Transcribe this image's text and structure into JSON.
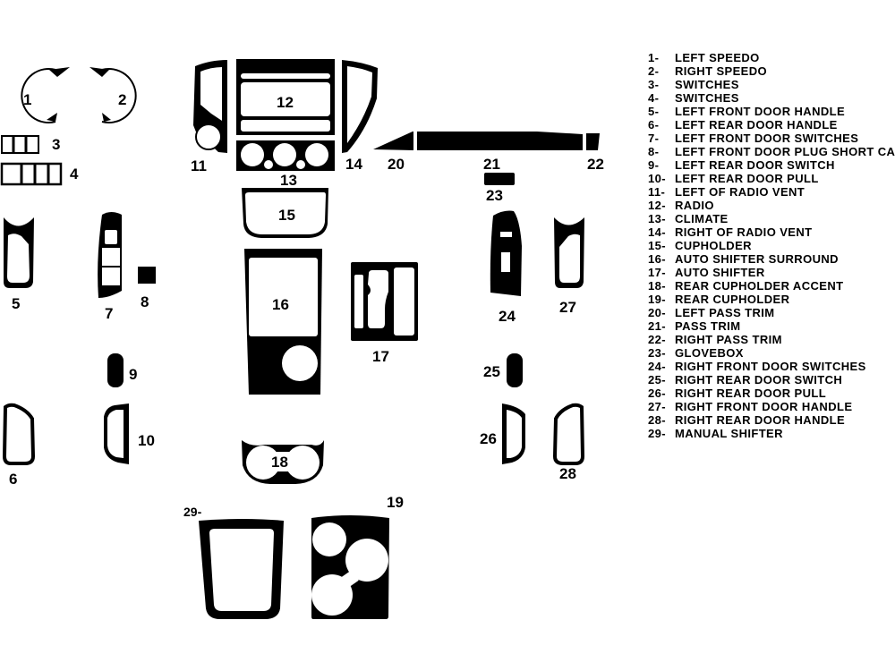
{
  "diagram": {
    "colors": {
      "ink": "#000000",
      "paper": "#ffffff"
    },
    "part_labels": {
      "p1": "1",
      "p2": "2",
      "p3": "3",
      "p4": "4",
      "p5": "5",
      "p6": "6",
      "p7": "7",
      "p8": "8",
      "p9": "9",
      "p10": "10",
      "p11": "11",
      "p12": "12",
      "p13": "13",
      "p14": "14",
      "p15": "15",
      "p16": "16",
      "p17": "17",
      "p18": "18",
      "p19": "19",
      "p20": "20",
      "p21": "21",
      "p22": "22",
      "p23": "23",
      "p24": "24",
      "p25": "25",
      "p26": "26",
      "p27": "27",
      "p28": "28",
      "p29": "29-"
    }
  },
  "legend": [
    {
      "num": "1-",
      "label": "LEFT SPEEDO"
    },
    {
      "num": "2-",
      "label": "RIGHT SPEEDO"
    },
    {
      "num": "3-",
      "label": "SWITCHES"
    },
    {
      "num": "4-",
      "label": "SWITCHES"
    },
    {
      "num": "5-",
      "label": "LEFT FRONT DOOR HANDLE"
    },
    {
      "num": "6-",
      "label": "LEFT REAR DOOR HANDLE"
    },
    {
      "num": "7-",
      "label": "LEFT FRONT DOOR SWITCHES"
    },
    {
      "num": "8-",
      "label": "LEFT FRONT DOOR PLUG SHORT CAB"
    },
    {
      "num": "9-",
      "label": "LEFT REAR DOOR SWITCH"
    },
    {
      "num": "10-",
      "label": "LEFT REAR DOOR PULL"
    },
    {
      "num": "11-",
      "label": "LEFT OF RADIO VENT"
    },
    {
      "num": "12-",
      "label": "RADIO"
    },
    {
      "num": "13-",
      "label": "CLIMATE"
    },
    {
      "num": "14-",
      "label": "RIGHT OF RADIO VENT"
    },
    {
      "num": "15-",
      "label": "CUPHOLDER"
    },
    {
      "num": "16-",
      "label": "AUTO SHIFTER SURROUND"
    },
    {
      "num": "17-",
      "label": "AUTO SHIFTER"
    },
    {
      "num": "18-",
      "label": "REAR CUPHOLDER ACCENT"
    },
    {
      "num": "19-",
      "label": "REAR CUPHOLDER"
    },
    {
      "num": "20-",
      "label": "LEFT PASS TRIM"
    },
    {
      "num": "21-",
      "label": "PASS TRIM"
    },
    {
      "num": "22-",
      "label": "RIGHT PASS TRIM"
    },
    {
      "num": "23-",
      "label": "GLOVEBOX"
    },
    {
      "num": "24-",
      "label": "RIGHT FRONT DOOR SWITCHES"
    },
    {
      "num": "25-",
      "label": "RIGHT REAR DOOR SWITCH"
    },
    {
      "num": "26-",
      "label": "RIGHT REAR DOOR PULL"
    },
    {
      "num": "27-",
      "label": "RIGHT FRONT DOOR HANDLE"
    },
    {
      "num": "28-",
      "label": "RIGHT REAR DOOR HANDLE"
    },
    {
      "num": "29-",
      "label": "MANUAL SHIFTER"
    }
  ]
}
